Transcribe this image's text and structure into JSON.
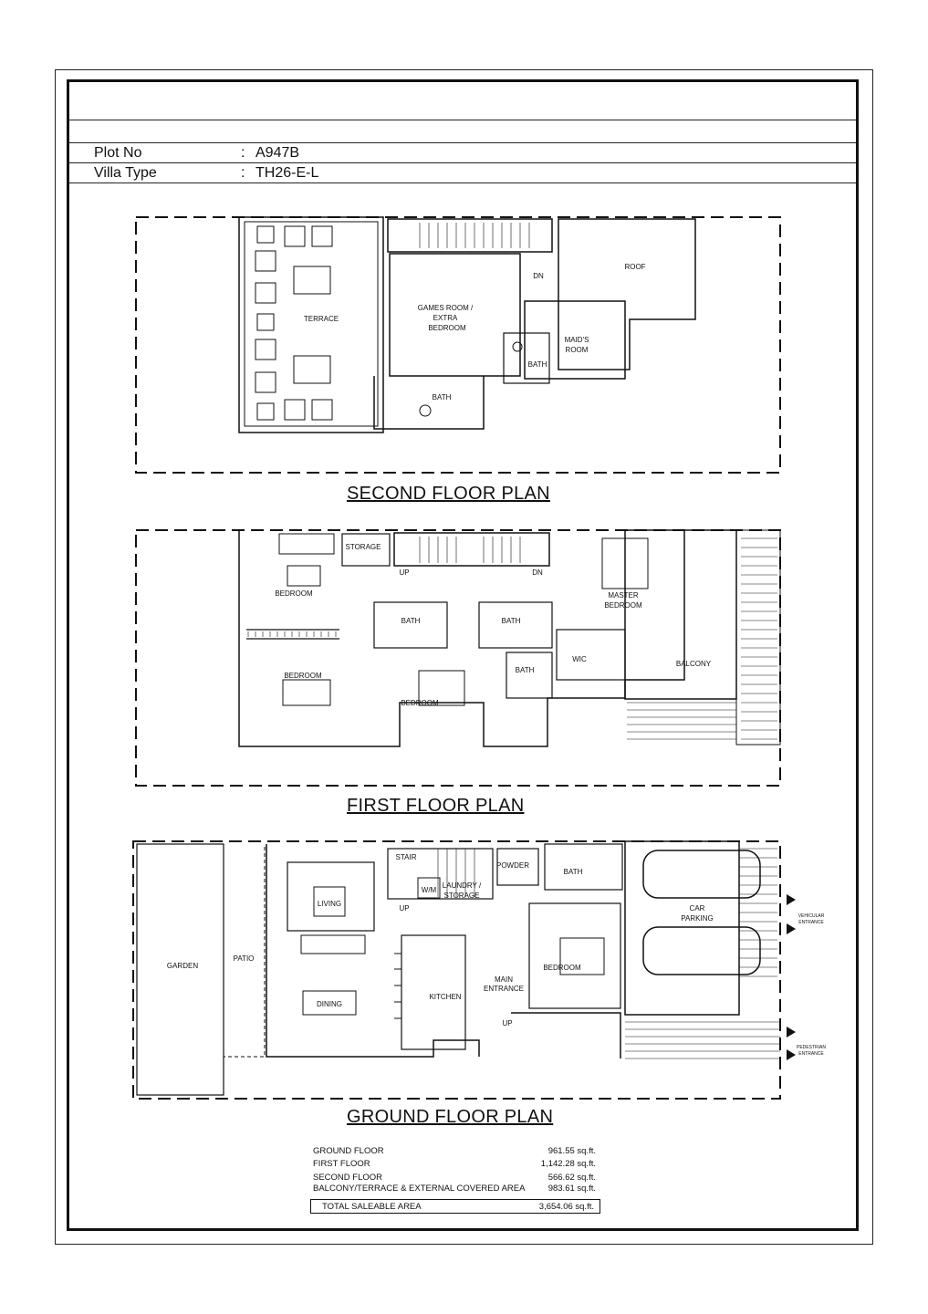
{
  "title_block": {
    "plot_label": "Plot No",
    "plot_value": "A947B",
    "villa_label": "Villa Type",
    "villa_value": "TH26-E-L",
    "colon": ":"
  },
  "second_floor": {
    "title": "SECOND FLOOR PLAN",
    "rooms": {
      "terrace": "TERRACE",
      "games1": "GAMES ROOM /",
      "games2": "EXTRA",
      "games3": "BEDROOM",
      "roof": "ROOF",
      "maid1": "MAID'S",
      "maid2": "ROOM",
      "bath1": "BATH",
      "bath2": "BATH",
      "dn": "DN"
    }
  },
  "first_floor": {
    "title": "FIRST FLOOR PLAN",
    "rooms": {
      "bedroom1": "BEDROOM",
      "storage": "STORAGE",
      "up": "UP",
      "dn": "DN",
      "master1": "MASTER",
      "master2": "BEDROOM",
      "bath1": "BATH",
      "bath2": "BATH",
      "bath3": "BATH",
      "wic": "WIC",
      "balcony": "BALCONY",
      "bedroom2": "BEDROOM",
      "bedroom3": "BEDROOM"
    }
  },
  "ground_floor": {
    "title": "GROUND FLOOR PLAN",
    "rooms": {
      "stair": "STAIR",
      "powder": "POWDER",
      "bath": "BATH",
      "living": "LIVING",
      "wm": "W/M",
      "laundry1": "LAUNDRY /",
      "laundry2": "STORAGE",
      "up1": "UP",
      "car1": "CAR",
      "car2": "PARKING",
      "garden": "GARDEN",
      "patio": "PATIO",
      "bedroom": "BEDROOM",
      "main1": "MAIN",
      "main2": "ENTRANCE",
      "dining": "DINING",
      "kitchen": "KITCHEN",
      "up2": "UP",
      "veh1": "VEHICULAR",
      "veh2": "ENTRANCE",
      "ped1": "PEDESTRIAN",
      "ped2": "ENTRANCE"
    }
  },
  "areas": {
    "rows": [
      {
        "label": "GROUND FLOOR",
        "value": "961.55 sq.ft."
      },
      {
        "label": "FIRST FLOOR",
        "value": "1,142.28 sq.ft."
      },
      {
        "label": "SECOND FLOOR",
        "value": "566.62 sq.ft."
      },
      {
        "label": "BALCONY/TERRACE & EXTERNAL COVERED  AREA",
        "value": "983.61 sq.ft."
      }
    ],
    "total_label": "TOTAL SALEABLE AREA",
    "total_value": "3,654.06 sq.ft."
  }
}
